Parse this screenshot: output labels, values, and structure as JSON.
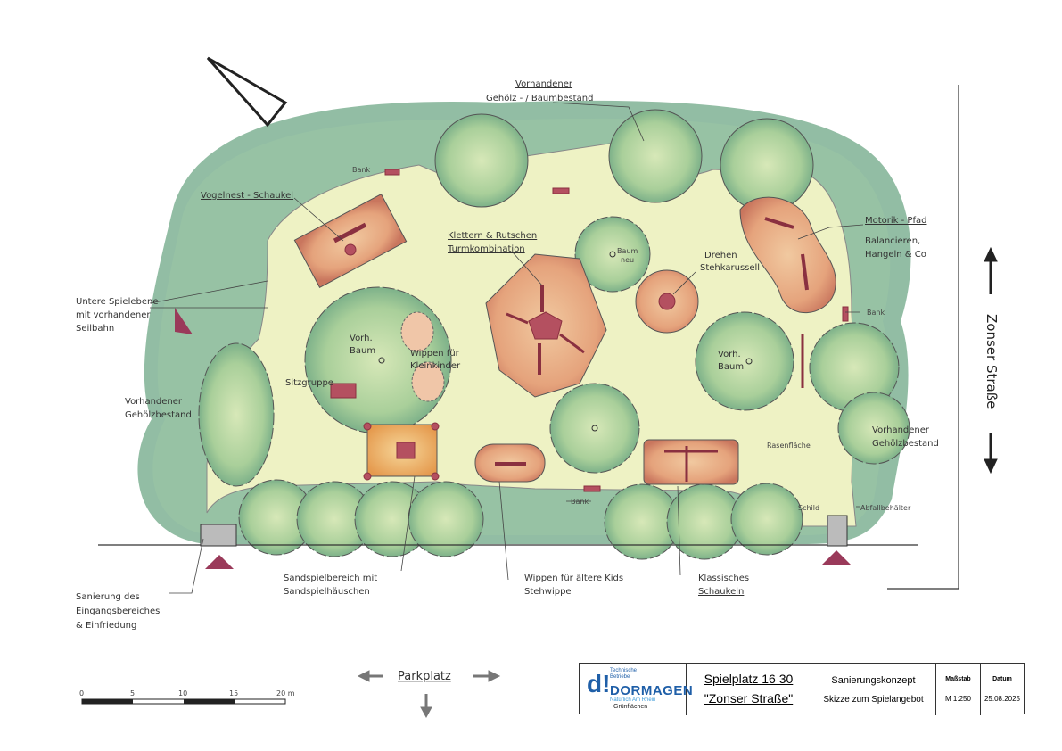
{
  "labels": {
    "vorhandener_bestand_title": "Vorhandener",
    "vorhandener_bestand_sub": "Gehölz - / Baumbestand",
    "bank": "Bank",
    "vogelnest": "Vogelnest - Schaukel",
    "klettern_1": "Klettern & Rutschen",
    "klettern_2": "Turmkombination",
    "baum_neu_1": "Baum",
    "baum_neu_2": "neu",
    "drehen_1": "Drehen",
    "drehen_2": "Stehkarussell",
    "motorik_1": "Motorik - Pfad",
    "motorik_2": "Balancieren,",
    "motorik_3": "Hangeln & Co",
    "bank_right": "Bank",
    "untere_1": "Untere Spielebene",
    "untere_2": "mit vorhandener",
    "untere_3": "Seilbahn",
    "vorh_baum_left_1": "Vorh.",
    "vorh_baum_left_2": "Baum",
    "wippen_klein_1": "Wippen für",
    "wippen_klein_2": "Kleinkinder",
    "sitzgruppe": "Sitzgruppe",
    "vorh_baum_right_1": "Vorh.",
    "vorh_baum_right_2": "Baum",
    "geholz_left_1": "Vorhandener",
    "geholz_left_2": "Gehölzbestand",
    "rasenflache": "Rasenfläche",
    "geholz_right_1": "Vorhandener",
    "geholz_right_2": "Gehölzbestand",
    "bank_bottom": "Bank",
    "schild": "Schild",
    "abfall": "Abfallbehälter",
    "sand_1": "Sandspielbereich mit",
    "sand_2": "Sandspielhäuschen",
    "wippen_alt_1": "Wippen für ältere Kids",
    "wippen_alt_2": "Stehwippe",
    "schaukeln_1": "Klassisches",
    "schaukeln_2": "Schaukeln",
    "sanierung_1": "Sanierung des",
    "sanierung_2": "Eingangsbereiches",
    "sanierung_3": "& Einfriedung",
    "street": "Zonser Straße",
    "parkplatz": "Parkplatz"
  },
  "scalebar": {
    "ticks": [
      "0",
      "5",
      "10",
      "15",
      "20 m"
    ]
  },
  "titleblock": {
    "org_line1": "Technische",
    "org_line2": "Betriebe",
    "city": "DORMAGEN",
    "tagline": "Natürlich Am Rhein",
    "dept": "Grünflächen",
    "project_1": "Spielplatz 16 30",
    "project_2": "\"Zonser Straße\"",
    "desc_1": "Sanierungskonzept",
    "desc_2": "Skizze zum Spielangebot",
    "scale_header": "Maßstab",
    "scale_value": "M 1:250",
    "date_header": "Datum",
    "date_value": "25.08.2025"
  },
  "colors": {
    "lawn": "#eef2c4",
    "trees": "#6fa88a",
    "tree_light": "#cfe3b0",
    "play_area": "#e8b48a",
    "play_dark": "#c06a5a",
    "equipment": "#9a3a4a",
    "entrance_marker": "#9a3a5a",
    "logo_blue": "#1f5fa8"
  },
  "icons": {
    "north_arrow": "north-arrow-icon",
    "entrance": "entrance-triangle-icon",
    "direction": "arrow-icon"
  }
}
